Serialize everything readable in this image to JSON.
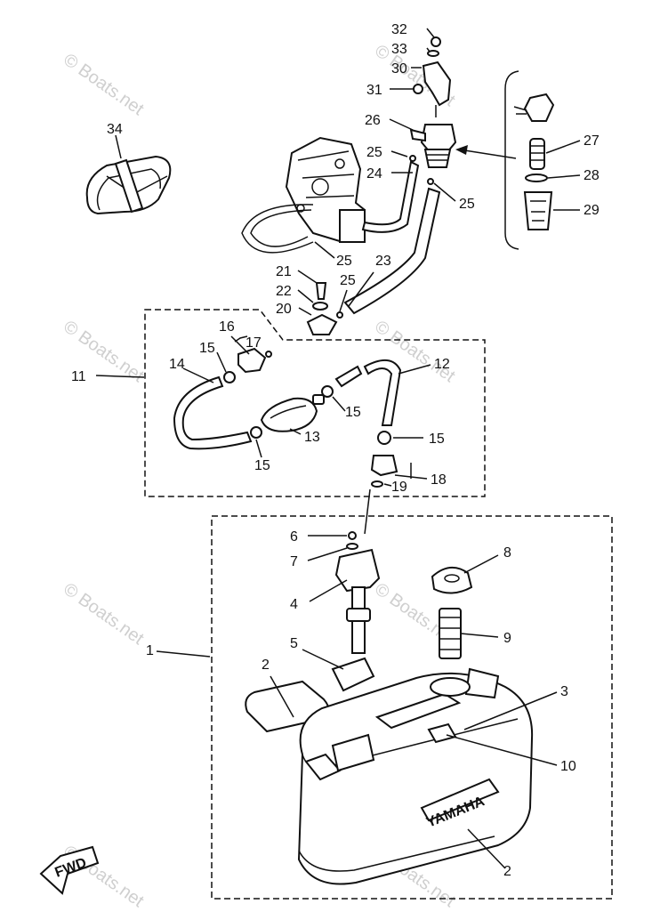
{
  "watermark": "© Boats.net",
  "logo_text": "YAMAHA",
  "fwd_label": "FWD",
  "callouts": {
    "c1": "1",
    "c2a": "2",
    "c2b": "2",
    "c3": "3",
    "c4": "4",
    "c5": "5",
    "c6": "6",
    "c7": "7",
    "c8": "8",
    "c9": "9",
    "c10": "10",
    "c11": "11",
    "c12": "12",
    "c13": "13",
    "c14": "14",
    "c15a": "15",
    "c15b": "15",
    "c15c": "15",
    "c15d": "15",
    "c16": "16",
    "c17": "17",
    "c18": "18",
    "c19": "19",
    "c20": "20",
    "c21": "21",
    "c22": "22",
    "c23": "23",
    "c24": "24",
    "c25a": "25",
    "c25b": "25",
    "c25c": "25",
    "c25d": "25",
    "c26": "26",
    "c27": "27",
    "c28": "28",
    "c29": "29",
    "c30": "30",
    "c31": "31",
    "c32": "32",
    "c33": "33",
    "c34": "34"
  }
}
